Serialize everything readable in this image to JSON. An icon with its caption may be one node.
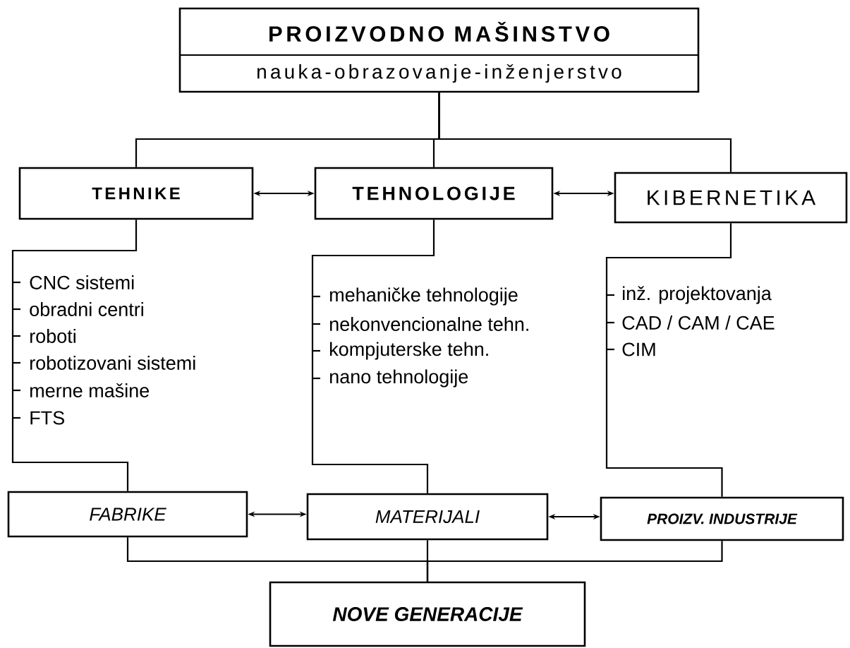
{
  "diagram": {
    "nodes": [
      {
        "text": [
          "PROIZVODNO MAŠINSTVO",
          "nauka-obrazovanje-inženjerstvo"
        ]
      },
      {
        "text": [
          "TEHNIKE"
        ]
      },
      {
        "text": [
          "TEHNOLOGIJE"
        ]
      },
      {
        "text": [
          "KIBERNETIKA"
        ]
      },
      {
        "text": [
          "FABRIKE"
        ]
      },
      {
        "text": [
          "MATERIJALI"
        ]
      },
      {
        "text": [
          "PROIZV. INDUSTRIJE"
        ]
      },
      {
        "text": [
          "NOVE GENERACIJE"
        ]
      }
    ],
    "edges": [
      {
        "from": 0,
        "to": 1,
        "arrow": "none"
      },
      {
        "from": 0,
        "to": 2,
        "arrow": "none"
      },
      {
        "from": 0,
        "to": 3,
        "arrow": "none"
      },
      {
        "from": 1,
        "to": 2,
        "arrow": "both"
      },
      {
        "from": 2,
        "to": 3,
        "arrow": "both"
      },
      {
        "from": 1,
        "to": 4,
        "arrow": "none"
      },
      {
        "from": 2,
        "to": 5,
        "arrow": "none"
      },
      {
        "from": 3,
        "to": 6,
        "arrow": "none"
      },
      {
        "from": 4,
        "to": 5,
        "arrow": "both"
      },
      {
        "from": 5,
        "to": 6,
        "arrow": "both"
      },
      {
        "from": 4,
        "to": 7,
        "arrow": "none"
      },
      {
        "from": 5,
        "to": 7,
        "arrow": "none"
      },
      {
        "from": 6,
        "to": 7,
        "arrow": "none"
      }
    ],
    "labels": [
      "CNC sistemi",
      "obradni centri",
      "roboti",
      "robotizovani sistemi",
      "merne mašine",
      "FTS",
      "mehaničke tehnologije",
      "nekonvencionalne tehn.",
      "kompjuterske tehn.",
      "nano tehnologije",
      "inž. projektovanja",
      "CAD / CAM / CAE",
      "CIM"
    ]
  }
}
